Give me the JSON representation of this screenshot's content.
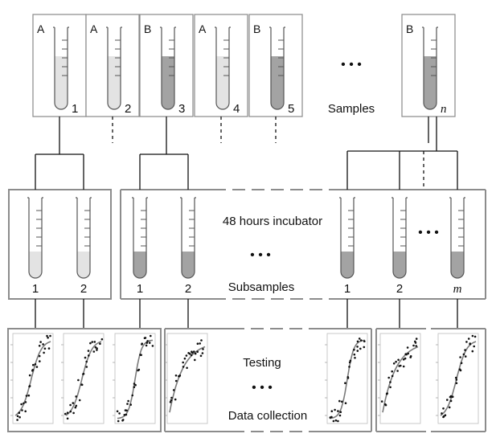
{
  "colors": {
    "type_a_liquid": "#e3e3e3",
    "type_b_liquid": "#a3a3a3",
    "frame": "#8c8c8c",
    "line": "#111111",
    "curve": "#7a7a7a",
    "point": "#111111"
  },
  "samples": [
    {
      "type": "A",
      "number": "1",
      "liquid": "a",
      "lead": "solid"
    },
    {
      "type": "A",
      "number": "2",
      "liquid": "a",
      "lead": "dashed"
    },
    {
      "type": "B",
      "number": "3",
      "liquid": "b",
      "lead": "solid"
    },
    {
      "type": "A",
      "number": "4",
      "liquid": "a",
      "lead": "dashed"
    },
    {
      "type": "B",
      "number": "5",
      "liquid": "b",
      "lead": "dashed"
    },
    {
      "type": "B",
      "number": "n",
      "liquid": "b",
      "lead": "solid",
      "italic": true
    }
  ],
  "labels": {
    "samples": "Samples",
    "ellipsis_top": "• • •",
    "incubator": "48 hours incubator",
    "ellipsis_incubator_mid": "• • •",
    "ellipsis_incubator_right": "• • •",
    "subsamples": "Subsamples",
    "testing": "Testing",
    "ellipsis_testing": "• • •",
    "data_collection": "Data collection"
  },
  "subsamples": [
    {
      "number": "1",
      "liquid": "a"
    },
    {
      "number": "2",
      "liquid": "a"
    },
    {
      "number": "1",
      "liquid": "b"
    },
    {
      "number": "2",
      "liquid": "b"
    },
    {
      "number": "1",
      "liquid": "b"
    },
    {
      "number": "2",
      "liquid": "b"
    },
    {
      "number": "m",
      "liquid": "b",
      "italic": true
    }
  ],
  "plots": [
    {
      "curve_type": "sigmoid",
      "seed": 3
    },
    {
      "curve_type": "sigmoid",
      "seed": 7
    },
    {
      "curve_type": "steep",
      "seed": 11
    },
    {
      "curve_type": "saturating",
      "seed": 5
    },
    {
      "curve_type": "steep",
      "seed": 13
    },
    {
      "curve_type": "saturating",
      "seed": 17
    },
    {
      "curve_type": "sigmoid",
      "seed": 19
    }
  ]
}
